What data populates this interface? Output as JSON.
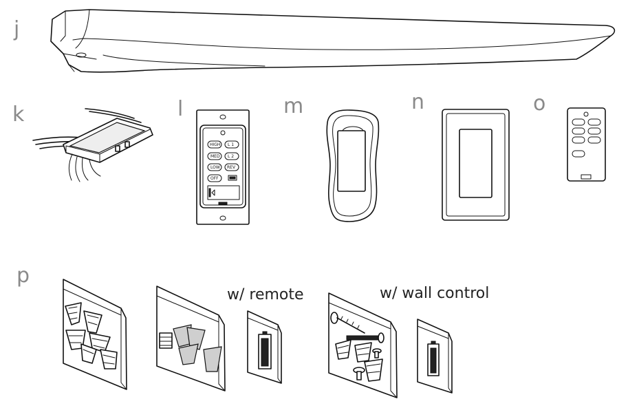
{
  "labels": {
    "j": "j",
    "k": "k",
    "l": "l",
    "m": "m",
    "n": "n",
    "o": "o",
    "p": "p"
  },
  "captions": {
    "remote": "w/ remote",
    "wall_control": "w/ wall control"
  },
  "wall_control_buttons": {
    "high": "HIGH",
    "l1": "L 1",
    "med": "MED",
    "l2": "L 2",
    "low": "LOW",
    "rev": "REV",
    "off": "OFF"
  }
}
